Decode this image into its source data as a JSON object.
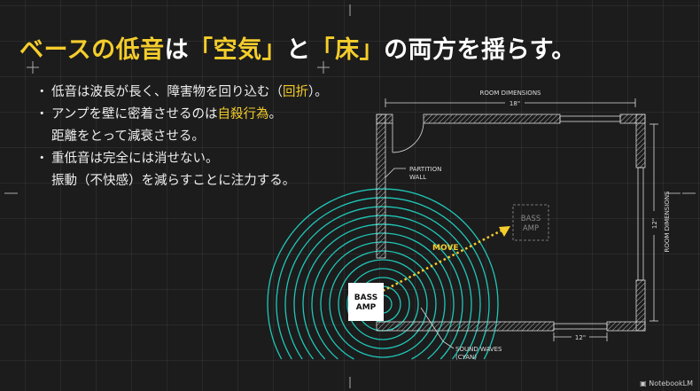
{
  "title": {
    "p1": "ベースの低音",
    "p2": "は",
    "p3": "「空気」",
    "p4": "と",
    "p5": "「床」",
    "p6": "の両方を揺らす。"
  },
  "bullets": [
    {
      "a": "低音は波長が長く、障害物を回り込む（",
      "hl": "回折",
      "b": "）。"
    },
    {
      "a": "アンプを壁に密着させるのは",
      "hl": "自殺行為",
      "b": "。",
      "line2": "距離をとって減衰させる。"
    },
    {
      "a": "重低音は完全には消せない。",
      "line2": "振動（不快感）を減らすことに注力する。"
    }
  ],
  "diagram": {
    "room_dimensions_top": "ROOM DIMENSIONS",
    "width_label": "18\"",
    "room_dimensions_side": "ROOM DIMENSIONS",
    "height_label": "12\"",
    "window_label": "12\"",
    "partition_1": "PARTITION",
    "partition_2": "WALL",
    "amp_1": "BASS",
    "amp_2": "AMP",
    "ghost_amp_1": "BASS",
    "ghost_amp_2": "AMP",
    "move": "MOVE",
    "waves_1": "SOUND WAVES",
    "waves_2": "(CYAN)",
    "colors": {
      "accent": "#f5cd2c",
      "waves": "#1fc7b8"
    }
  },
  "branding": "NotebookLM"
}
